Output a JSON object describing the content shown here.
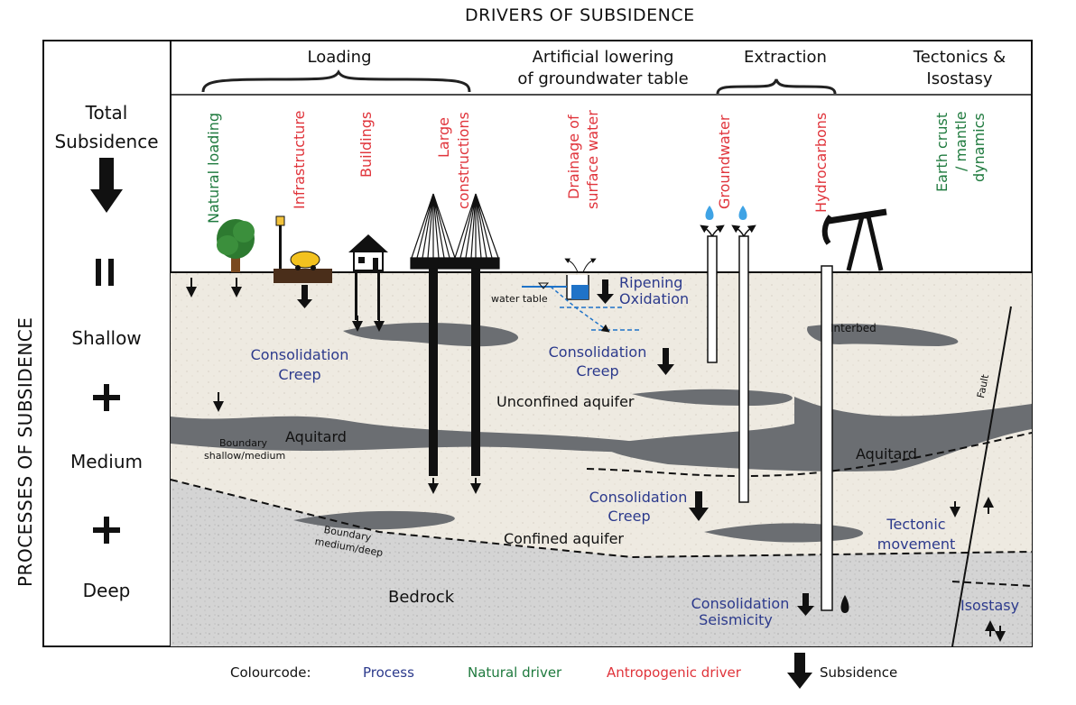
{
  "title": "DRIVERS OF SUBSIDENCE",
  "side_label": "PROCESSES OF SUBSIDENCE",
  "left_column": {
    "total": "Total",
    "total2": "Subsidence",
    "shallow": "Shallow",
    "medium": "Medium",
    "deep": "Deep"
  },
  "groups": {
    "loading": "Loading",
    "artificial_1": "Artificial lowering",
    "artificial_2": "of groundwater table",
    "extraction": "Extraction",
    "tectonics_1": "Tectonics &",
    "tectonics_2": "Isostasy"
  },
  "drivers": {
    "natural_loading": "Natural loading",
    "infrastructure": "Infrastructure",
    "buildings": "Buildings",
    "large_1": "Large",
    "large_2": "constructions",
    "drainage_1": "Drainage of",
    "drainage_2": "surface water",
    "groundwater": "Groundwater",
    "hydrocarbons": "Hydrocarbons",
    "earth_1": "Earth crust",
    "earth_2": "/ mantle",
    "earth_3": "dynamics"
  },
  "processes": {
    "ripening": "Ripening",
    "oxidation": "Oxidation",
    "consolidation": "Consolidation",
    "creep": "Creep",
    "seismicity": "Seismicity",
    "tectonic_1": "Tectonic",
    "tectonic_2": "movement",
    "isostasy": "Isostasy"
  },
  "layers": {
    "water_table": "water table",
    "interbed": "Interbed",
    "fault": "Fault",
    "unconfined": "Unconfined aquifer",
    "aquitard": "Aquitard",
    "boundary_sm_1": "Boundary",
    "boundary_sm_2": "shallow/medium",
    "boundary_md_1": "Boundary",
    "boundary_md_2": "medium/deep",
    "confined": "Confined aquifer",
    "bedrock": "Bedrock"
  },
  "legend": {
    "label": "Colourcode:",
    "process": "Process",
    "natural": "Natural driver",
    "anthropogenic": "Antropogenic driver",
    "subsidence": "Subsidence"
  },
  "colors": {
    "process": "#2c3a8c",
    "natural": "#1f7a3e",
    "anthropogenic": "#e0343b",
    "soil": "#efeae0",
    "bedrock": "#d2d2d2",
    "clay": "#6b6e72"
  }
}
